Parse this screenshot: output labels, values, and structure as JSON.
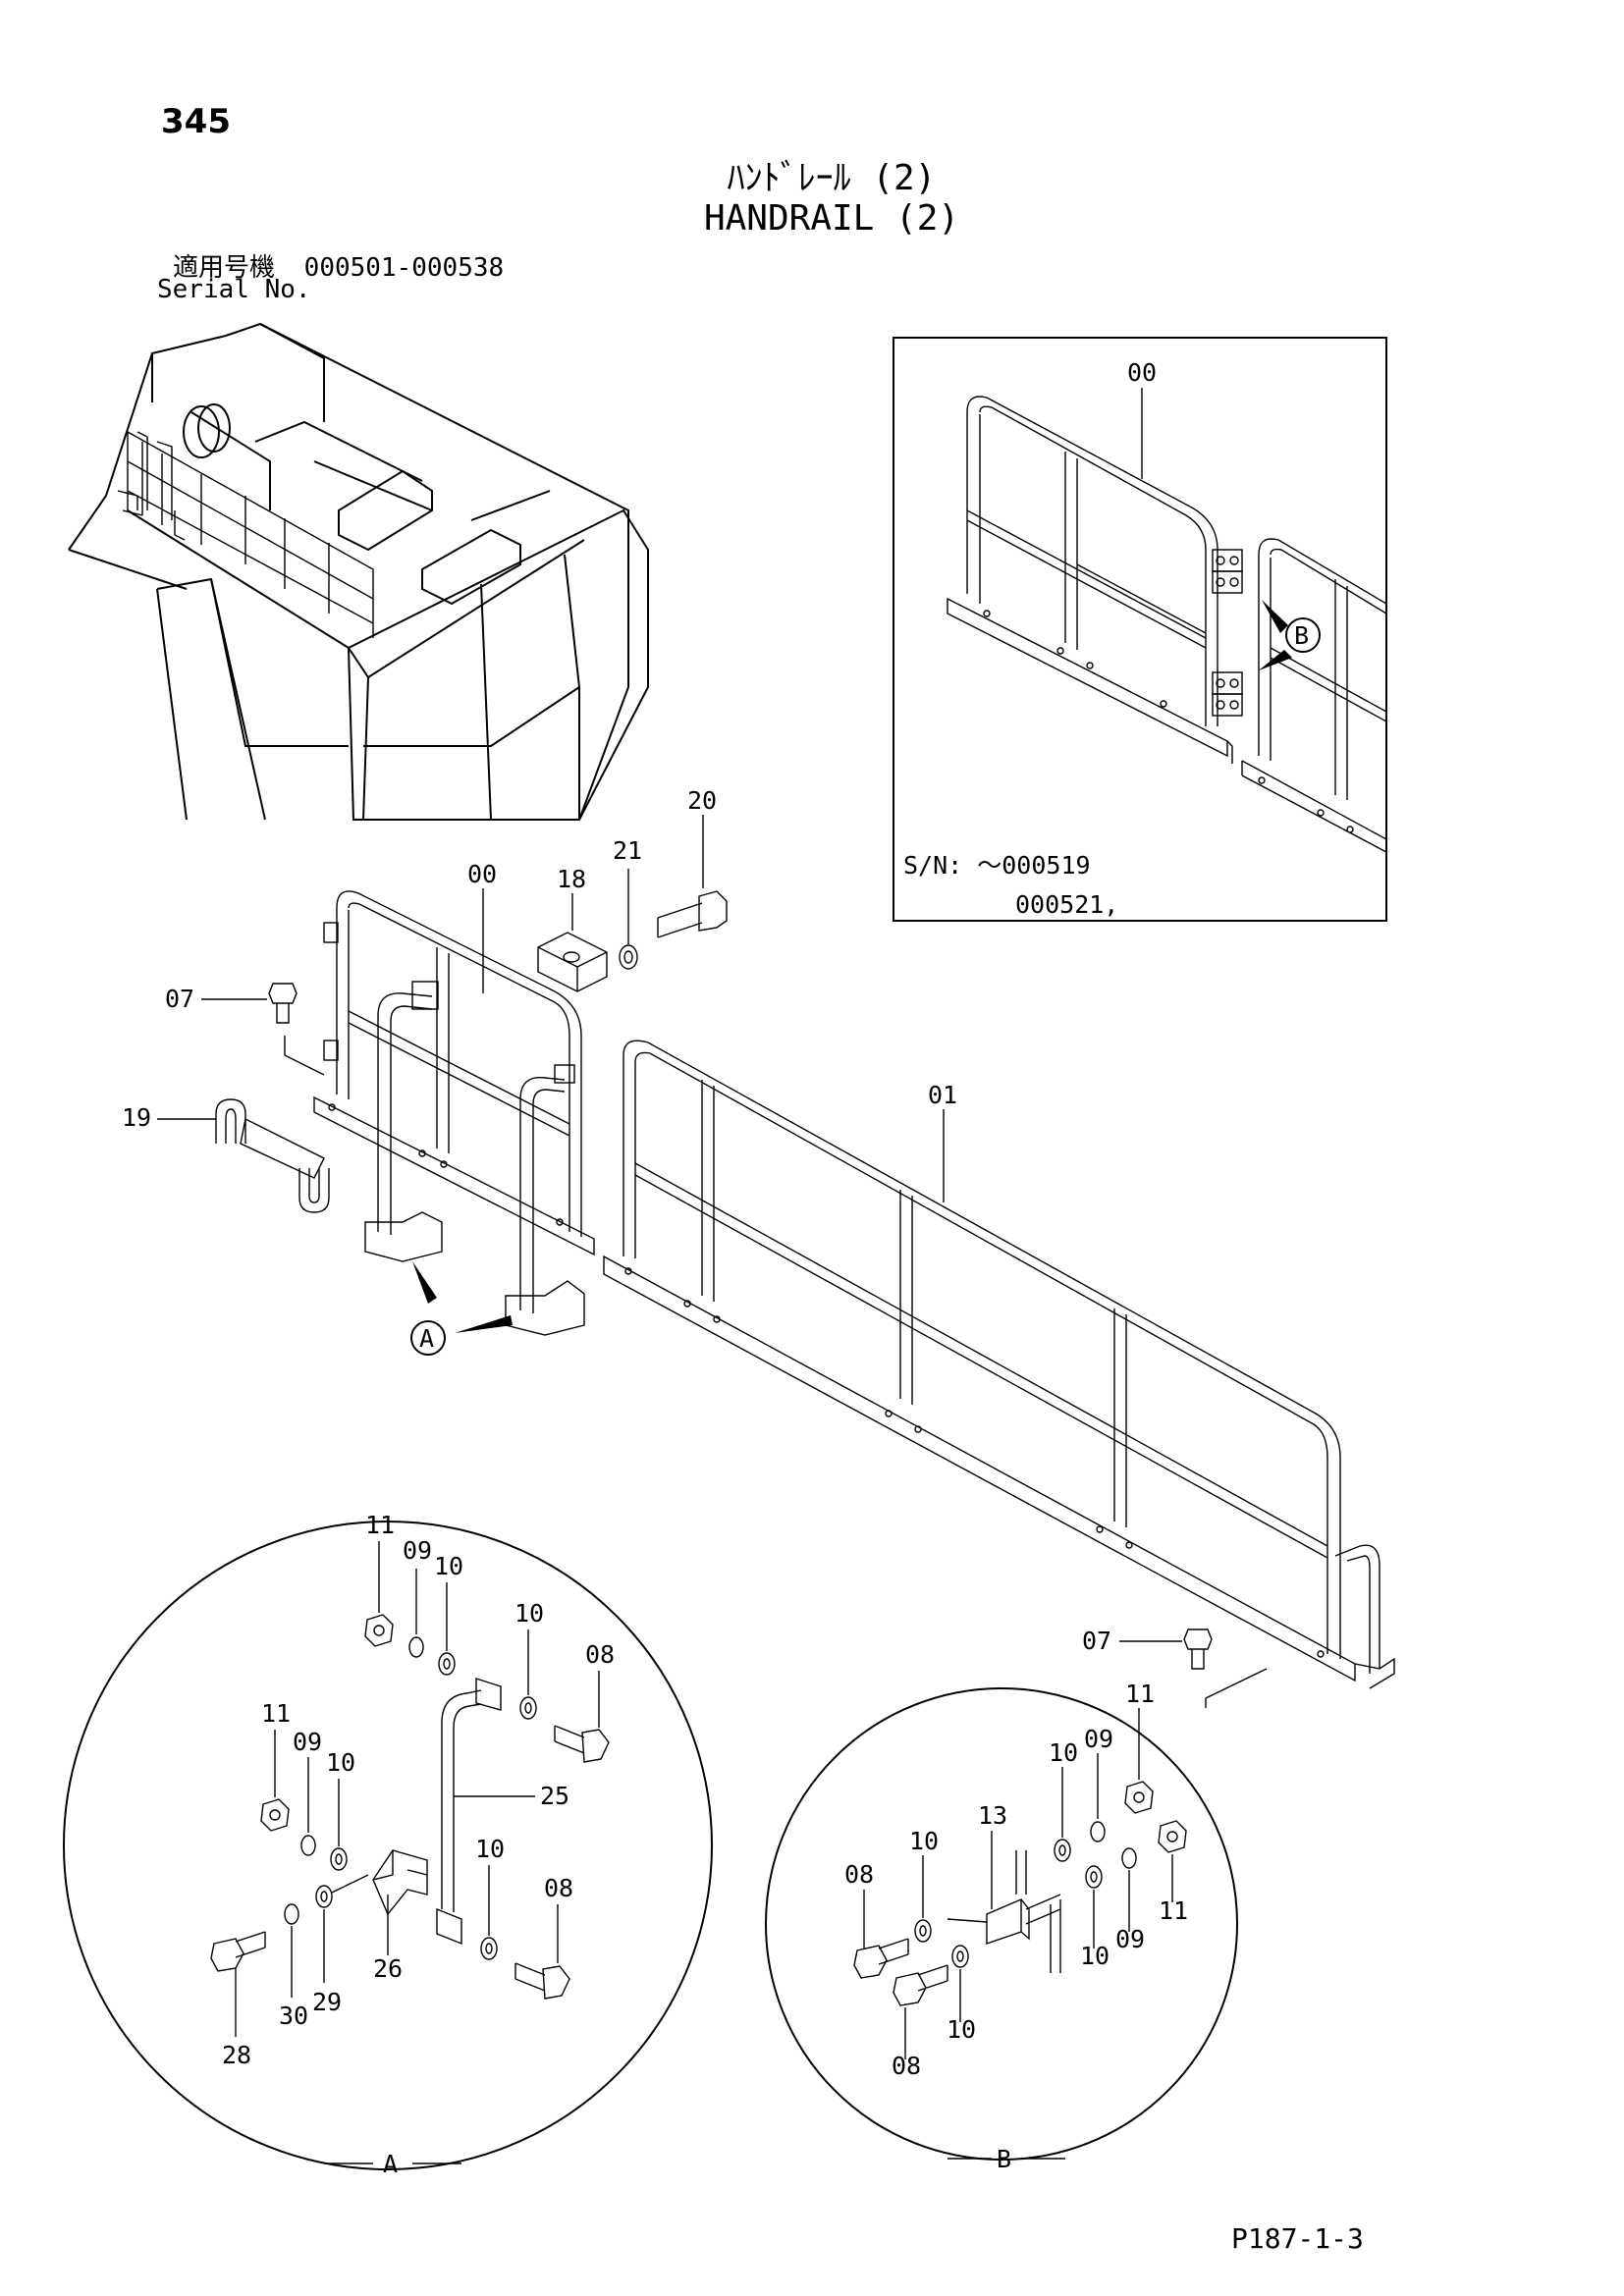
{
  "header": {
    "page_number": "345",
    "title_jp": "ﾊﾝﾄﾞﾚｰﾙ (2)",
    "title_en": "HANDRAIL (2)",
    "serial_label_jp": "適用号機",
    "serial_range": "000501-000538",
    "serial_label_en": "Serial No."
  },
  "inset": {
    "part_label": "00",
    "callout": "B",
    "sn_line1": "S/N: ～000519",
    "sn_line2": "000521,"
  },
  "main": {
    "labels": {
      "p00": "00",
      "p18": "18",
      "p21": "21",
      "p20": "20",
      "p07a": "07",
      "p19": "19",
      "p01": "01",
      "p07b": "07",
      "callout_a": "A"
    }
  },
  "detail_a": {
    "name": "A",
    "labels": {
      "l11a": "11",
      "l09a": "09",
      "l10a": "10",
      "l10b": "10",
      "l08a": "08",
      "l11b": "11",
      "l09b": "09",
      "l10c": "10",
      "l25": "25",
      "l10d": "10",
      "l08b": "08",
      "l26": "26",
      "l29": "29",
      "l30": "30",
      "l28": "28"
    }
  },
  "detail_b": {
    "name": "B",
    "labels": {
      "l11a": "11",
      "l09a": "09",
      "l10a": "10",
      "l13": "13",
      "l10b": "10",
      "l08a": "08",
      "l11b": "11",
      "l09b": "09",
      "l10c": "10",
      "l10d": "10",
      "l08b": "08"
    }
  },
  "footer": {
    "code": "P187-1-3"
  }
}
